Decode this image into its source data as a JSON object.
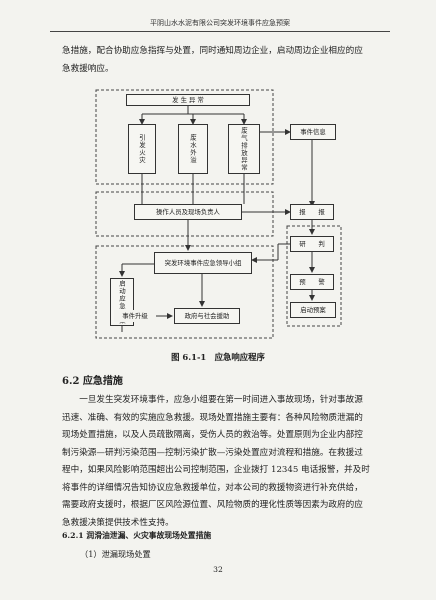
{
  "header": {
    "title": "平阴山水水泥有限公司突发环境事件应急预案"
  },
  "intro": {
    "line1": "急措施，配合协助应急指挥与处置，同时通知周边企业，启动周边企业相应的应",
    "line2": "急救援响应。"
  },
  "flowchart": {
    "occurrence": "发 生 异 常",
    "fire": "引发火灾",
    "wastewater": "废水外溢",
    "gas": "废气排放异常",
    "event_info": "事件信息",
    "operator": "操作人员及现场负责人",
    "report": "报　　报",
    "judge": "研　　判",
    "warn": "预　　警",
    "leader_group": "突发环境事件应急领导小组",
    "start_plan": "启动应急预案",
    "event_upgrade": "事件升级",
    "gov_rescue": "政府与社会援助",
    "start_plan_right": "启动预案"
  },
  "caption": "图 6.1-1　应急响应程序",
  "section": {
    "heading": "6.2 应急措施",
    "lines": [
      "　　一旦发生突发环境事件，应急小组要在第一时间进入事故现场，针对事故源",
      "迅速、准确、有效的实施应急救援。现场处置措施主要有：各种风险物质泄漏的",
      "现场处置措施，以及人员疏散隔离，受伤人员的救治等。处置原则为企业内部控",
      "制污染源—研判污染范围—控制污染扩散—污染处置应对流程和措施。在救援过",
      "程中，如果风险影响范围超出公司控制范围，企业拨打 12345 电话报警，并及时",
      "将事件的详细情况告知协议应急救援单位，对本公司的救援物资进行补充供给，",
      "需要政府支援时，根据厂区风险源位置、风险物质的理化性质等因素为政府的应",
      "急救援决策提供技术性支持。"
    ]
  },
  "subsection": {
    "heading": "6.2.1 润滑油泄漏、火灾事故现场处置措施",
    "item": "（1）泄漏现场处置"
  },
  "page_number": "32"
}
